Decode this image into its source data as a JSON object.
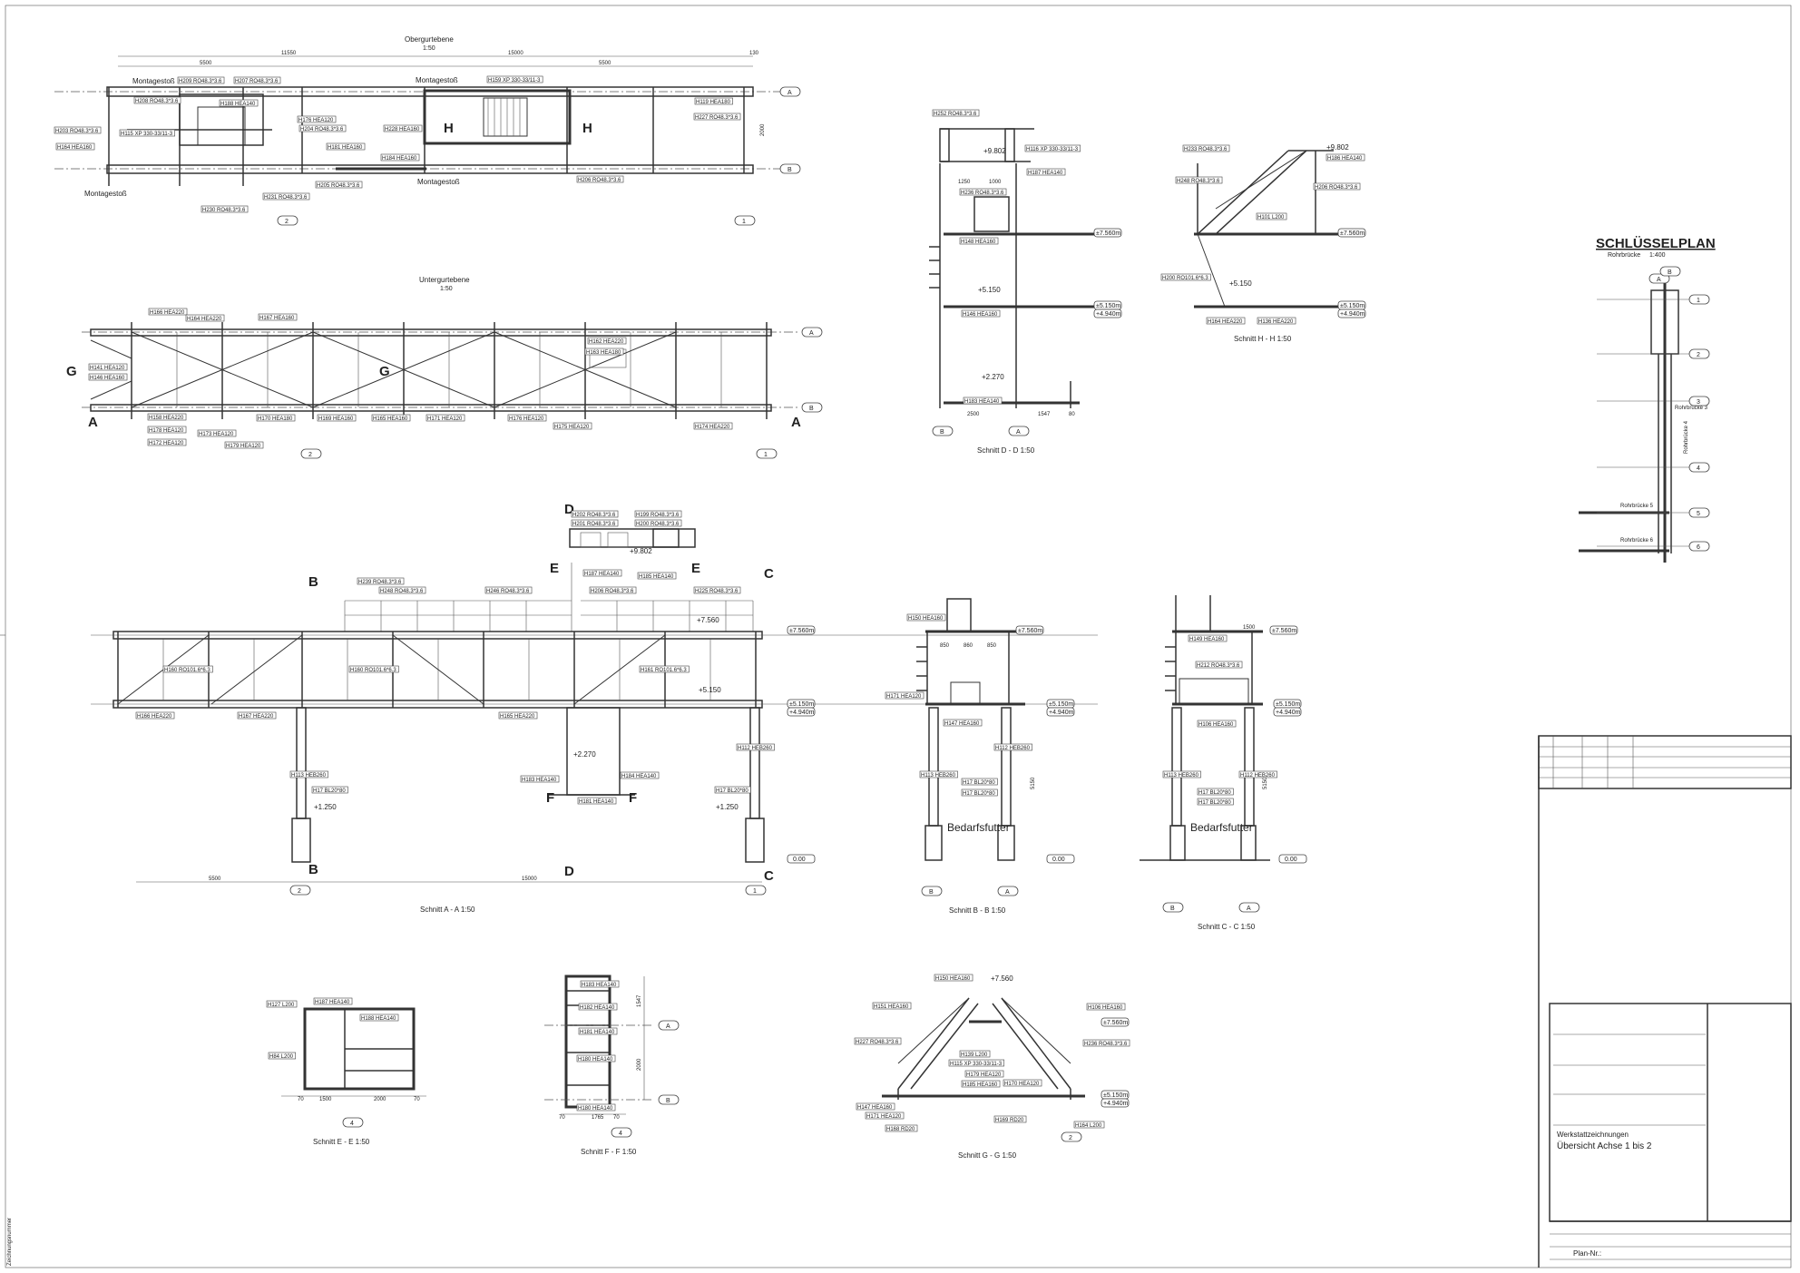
{
  "sheet": {
    "side_note": "Zeichnungsnummer"
  },
  "views": {
    "og": {
      "title": "Obergurtebene",
      "scale": "1:50",
      "dims": [
        "11550",
        "15000",
        "5500",
        "5500",
        "130",
        "2000"
      ],
      "labels": [
        "Montagestoß",
        "Montagestoß",
        "Montagestoß",
        "Montagestoß",
        "H",
        "H"
      ],
      "tags": [
        "H207 RO48.3*3.6",
        "H209 RO48.3*3.6",
        "H188 HEA140",
        "H208 RO48.3*3.6",
        "H115 XP 330-33/11-3",
        "H176 HEA120",
        "H204 RO48.3*3.6",
        "H205 RO48.3*3.6",
        "H203 RO48.3*3.6",
        "H164 HEA160",
        "H181 HEA160",
        "H184 HEA160",
        "H230 RO48.3*3.6",
        "H231 RO48.3*3.6",
        "H159 XP 330-33/11-3",
        "H227 RO48.3*3.6",
        "H228 HEA160",
        "H206 RO48.3*3.6",
        "H119 HEA180"
      ],
      "axes": [
        "A",
        "B",
        "1",
        "2"
      ]
    },
    "ug": {
      "title": "Untergurtebene",
      "scale": "1:50",
      "labels": [
        "G",
        "G",
        "A",
        "A"
      ],
      "tags": [
        "H166 HEA220",
        "H164 HEA220",
        "H167 HEA160",
        "H158 HEA220",
        "H178 HEA120",
        "H172 HEA120",
        "H173 HEA120",
        "H162 HEA220",
        "H141 HEA120",
        "H146 HEA160",
        "H170 HEA180",
        "H163 HEA180",
        "H169 HEA160",
        "H165 HEA160",
        "H171 HEA120",
        "H176 HEA120",
        "H175 HEA120",
        "H174 HEA220",
        "H179 HEA120"
      ],
      "axes": [
        "A",
        "B",
        "1",
        "2"
      ]
    },
    "aa": {
      "title": "Schnitt A - A 1:50",
      "elevations": [
        "+9.802",
        "+7.560",
        "+5.150",
        "+2.270",
        "+1.250",
        "+1.250",
        "±7.560m",
        "±5.150m",
        "+4.940m",
        "0.00"
      ],
      "dims": [
        "5500",
        "15000"
      ],
      "labels": [
        "B",
        "B",
        "C",
        "C",
        "D",
        "D",
        "E",
        "E",
        "F",
        "F"
      ],
      "tags": [
        "H202 RO48.3*3.6",
        "H201 RO48.3*3.6",
        "H199 RO48.3*3.6",
        "H200 RO48.3*3.6",
        "H239 RO48.3*3.6",
        "H246 RO48.3*3.6",
        "H248 RO48.3*3.6",
        "H206 RO48.3*3.6",
        "H225 RO48.3*3.6",
        "H187 HEA140",
        "H185 HEA140",
        "H166 HEA220",
        "H167 HEA220",
        "H165 HEA220",
        "H113 HEB260",
        "H112 HEB260",
        "H17 BL20*80",
        "H17 BL20*80",
        "H183 HEA140",
        "H184 HEA140",
        "H181 HEA140",
        "H160 RO101.6*6.3",
        "H160 RO101.6*6.3",
        "H161 RO101.6*6.3"
      ],
      "axes": [
        "1",
        "2"
      ]
    },
    "dd": {
      "title": "Schnitt D - D 1:50",
      "elevations": [
        "+9.802",
        "±7.560m",
        "+5.150",
        "±5.150m",
        "+4.940m",
        "+2.270"
      ],
      "dims": [
        "1250",
        "1000",
        "2500",
        "1547",
        "80"
      ],
      "tags": [
        "H252 RO48.3*3.6",
        "H116 XP 330-33/11-3",
        "H187 HEA140",
        "H236 RO48.3*3.6",
        "H148 HEA160",
        "H146 HEA160",
        "H183 HEA140"
      ],
      "axes": [
        "B",
        "A"
      ]
    },
    "hh": {
      "title": "Schnitt H - H 1:50",
      "elevations": [
        "+9.802",
        "±7.560m",
        "+5.150",
        "±5.150m",
        "+4.940m"
      ],
      "tags": [
        "H233 RO48.3*3.6",
        "H186 HEA140",
        "H248 RO48.3*3.6",
        "H101 L200",
        "H206 RO48.3*3.6",
        "H200 RO101.6*6.3",
        "H164 HEA220",
        "H136 HEA220"
      ]
    },
    "bb": {
      "title": "Schnitt B - B 1:50",
      "elevations": [
        "±7.560m",
        "±5.150m",
        "+4.940m",
        "0.00"
      ],
      "label": "Bedarfsfutter",
      "dims": [
        "850",
        "860",
        "850",
        "5150"
      ],
      "tags": [
        "H150 HEA160",
        "H171 HEA120",
        "H147 HEA160",
        "H113 HEB260",
        "H112 HEB260",
        "H17 BL20*80",
        "H17 BL20*80"
      ],
      "axes": [
        "B",
        "A"
      ]
    },
    "cc": {
      "title": "Schnitt C - C 1:50",
      "elevations": [
        "±7.560m",
        "±5.150m",
        "+4.940m",
        "0.00"
      ],
      "label": "Bedarfsfutter",
      "dims": [
        "1500",
        "5150"
      ],
      "tags": [
        "H149 HEA160",
        "H212 RO48.3*3.6",
        "H106 HEA160",
        "H113 HEB260",
        "H112 HEB260",
        "H17 BL20*80",
        "H17 BL20*80"
      ],
      "axes": [
        "B",
        "A"
      ]
    },
    "ee": {
      "title": "Schnitt E - E 1:50",
      "dims": [
        "1500",
        "2000",
        "70",
        "70"
      ],
      "tags": [
        "H127 L200",
        "H187 HEA140",
        "H188 HEA140",
        "H84 L200"
      ],
      "axes": [
        "4"
      ]
    },
    "ff": {
      "title": "Schnitt F - F 1:50",
      "dims": [
        "1547",
        "2000",
        "1765",
        "70",
        "70"
      ],
      "tags": [
        "H183 HEA140",
        "H182 HEA140",
        "H181 HEA140",
        "H180 HEA140",
        "H180 HEA140"
      ],
      "axes": [
        "A",
        "B",
        "4"
      ]
    },
    "gg": {
      "title": "Schnitt G - G 1:50",
      "elevations": [
        "+7.560",
        "±7.560m",
        "±5.150m",
        "+4.940m"
      ],
      "tags": [
        "H150 HEA160",
        "H151 HEA160",
        "H106 HEA160",
        "H227 RO48.3*3.6",
        "H236 RO48.3*3.6",
        "H139 L200",
        "H115 XP 330-33/11-3",
        "H179 HEA120",
        "H185 HEA160",
        "H170 HEA120",
        "H147 HEA160",
        "H171 HEA120",
        "H168 RD20",
        "H169 RD20",
        "H164 L200"
      ],
      "axes": [
        "2"
      ]
    }
  },
  "keyplan": {
    "title": "SCHLÜSSELPLAN",
    "subtitle": "Rohrbrücke",
    "scale": "1:400",
    "labels": [
      "Rohrbrücke 3",
      "Rohrbrücke 4",
      "Rohrbrücke 5",
      "Rohrbrücke 6"
    ],
    "axes": [
      "A",
      "B",
      "1",
      "2",
      "3",
      "4",
      "5",
      "6"
    ]
  },
  "titleblock": {
    "line1": "Werkstattzeichnungen",
    "line2": "Übersicht Achse 1 bis 2",
    "plan_label": "Plan-Nr.:"
  }
}
